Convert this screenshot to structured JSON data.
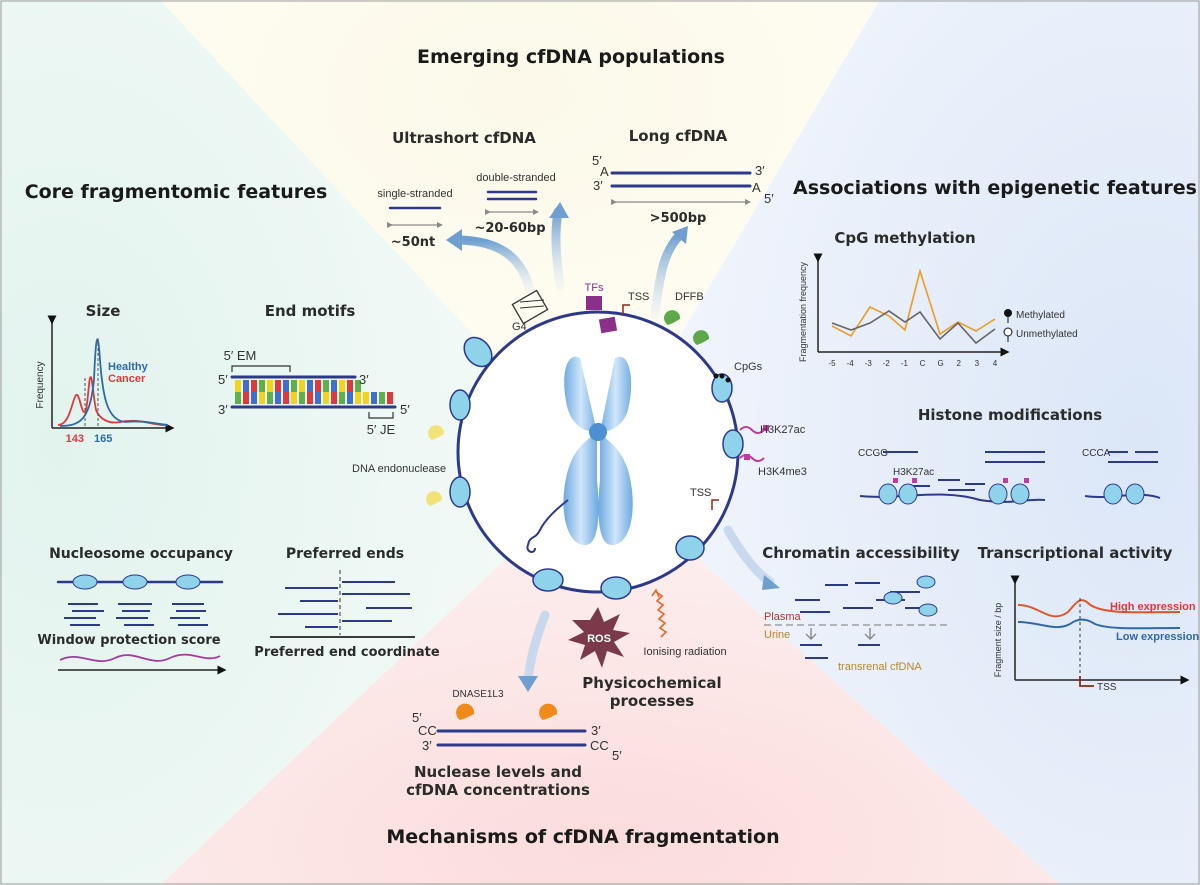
{
  "title_top": "Emerging cfDNA populations",
  "title_left": "Core fragmentomic features",
  "title_right": "Associations with epigenetic features",
  "title_bottom": "Mechanisms of cfDNA fragmentation",
  "ultrashort": {
    "title": "Ultrashort cfDNA",
    "single": "single-stranded",
    "double": "double-stranded",
    "len_single": "~50nt",
    "len_double": "~20-60bp"
  },
  "long": {
    "title": "Long cfDNA",
    "five": "5′",
    "three": "3′",
    "a": "A",
    "len": ">500bp"
  },
  "circle": {
    "g4": "G4",
    "tfs": "TFs",
    "tss": "TSS",
    "dffb": "DFFB",
    "cpgs": "CpGs",
    "h3k27ac": "H3K27ac",
    "h3k4me3": "H3K4me3",
    "tss2": "TSS",
    "endonuclease": "DNA endonuclease"
  },
  "size": {
    "title": "Size",
    "ylabel": "Frequency",
    "healthy": "Healthy",
    "cancer": "Cancer",
    "tick1": "143",
    "tick2": "165"
  },
  "endmotif": {
    "title": "End motifs",
    "em": "5′ EM",
    "je": "5′ JE",
    "five": "5′",
    "three": "3′"
  },
  "nucleosome": {
    "title": "Nucleosome occupancy",
    "wps": "Window protection score"
  },
  "preferred": {
    "title": "Preferred ends",
    "coord": "Preferred end coordinate"
  },
  "cpg": {
    "title": "CpG methylation",
    "ylabel": "Fragmentation frequency",
    "legend_meth": "Methylated",
    "legend_unmeth": "Unmethylated",
    "xticks": [
      "-5",
      "-4",
      "-3",
      "-2",
      "-1",
      "C",
      "G",
      "2",
      "3",
      "4"
    ]
  },
  "histone": {
    "title": "Histone modifications",
    "ccgg": "CCGG",
    "ccca": "CCCA",
    "h3k27ac": "H3K27ac"
  },
  "chromatin": {
    "title": "Chromatin accessibility",
    "plasma": "Plasma",
    "urine": "Urine",
    "transrenal": "transrenal cfDNA"
  },
  "transcription": {
    "title": "Transcriptional activity",
    "ylabel": "Fragment size / bp",
    "high": "High expression",
    "low": "Low expression",
    "tss": "TSS"
  },
  "mechanisms": {
    "dnase": "DNASE1L3",
    "cc": "CC",
    "five": "5′",
    "three": "3′",
    "nuclease": "Nuclease levels and",
    "conc": "cfDNA concentrations",
    "ros": "ROS",
    "ionising": "Ionising radiation",
    "physico1": "Physicochemical",
    "physico2": "processes"
  },
  "colors": {
    "dna": "#2d3a8c",
    "healthy": "#2e6aa8",
    "cancer": "#e0393b",
    "methylated": "#ef9a22",
    "unmethylated": "#555555",
    "purple": "#8a2f8a",
    "orange": "#f08a1d"
  }
}
